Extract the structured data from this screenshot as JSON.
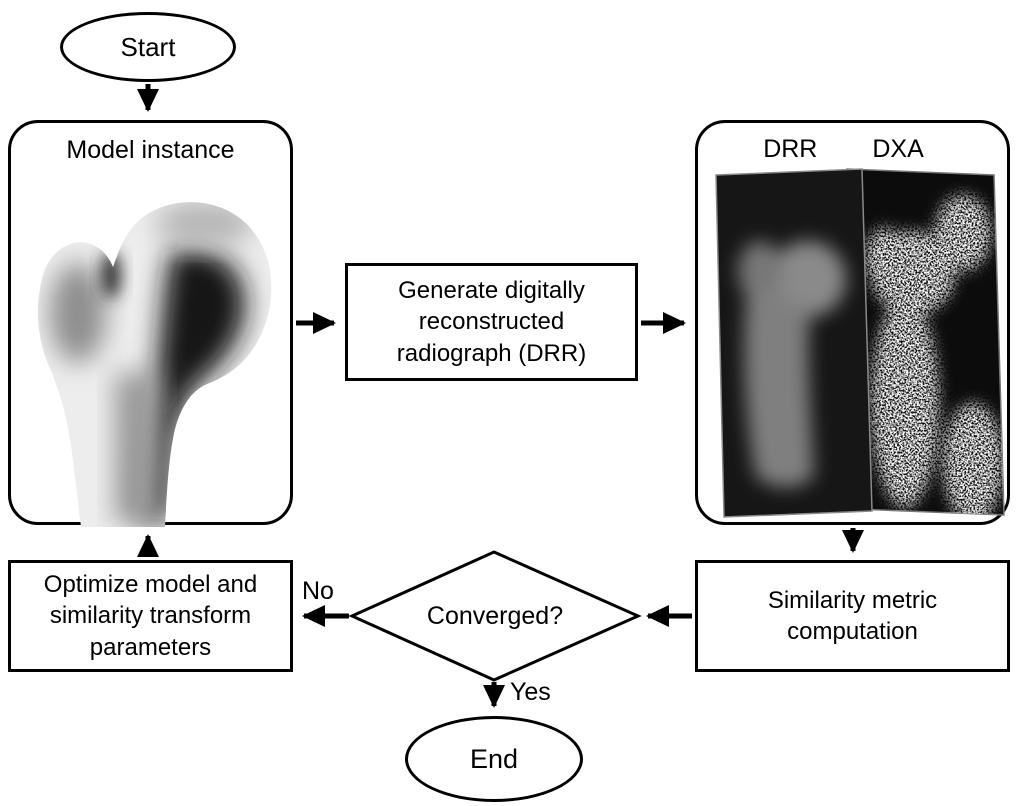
{
  "figure": {
    "background": "#ffffff",
    "line_color": "#000000"
  },
  "nodes": {
    "start": "Start",
    "model_instance": "Model instance",
    "generate_drr": "Generate digitally reconstructed radiograph (DRR)",
    "drr_label": "DRR",
    "dxa_label": "DXA",
    "similarity_metric": "Similarity metric computation",
    "converged": "Converged?",
    "optimize": "Optimize model and similarity transform parameters",
    "end": "End"
  },
  "branches": {
    "no": "No",
    "yes": "Yes"
  },
  "images": {
    "model": "3d-femur-model-render",
    "drr_panel": "digitally-reconstructed-radiograph",
    "dxa_panel": "dxa-scan"
  }
}
